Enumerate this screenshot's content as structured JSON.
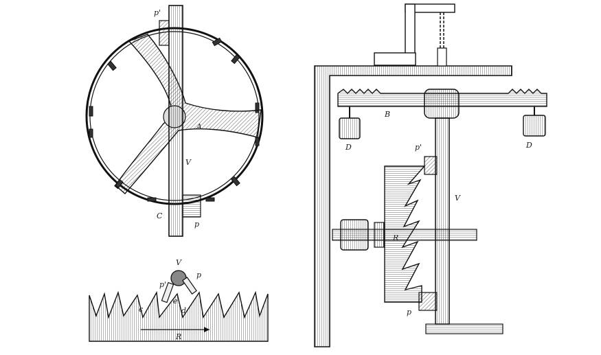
{
  "labels": {
    "p_prime_top": "p'",
    "a": "A",
    "v_left": "V",
    "c": "C",
    "p_left": "p",
    "b": "B",
    "d_left": "D",
    "d_right": "D",
    "p_prime_right": "p'",
    "v_right": "V",
    "r_right": "R",
    "p_right": "p",
    "v_detail": "V",
    "p_prime_detail": "p'",
    "p_detail": "p",
    "c_detail": "c",
    "e_detail": "e",
    "d_detail": "d",
    "r_detail": "R"
  }
}
